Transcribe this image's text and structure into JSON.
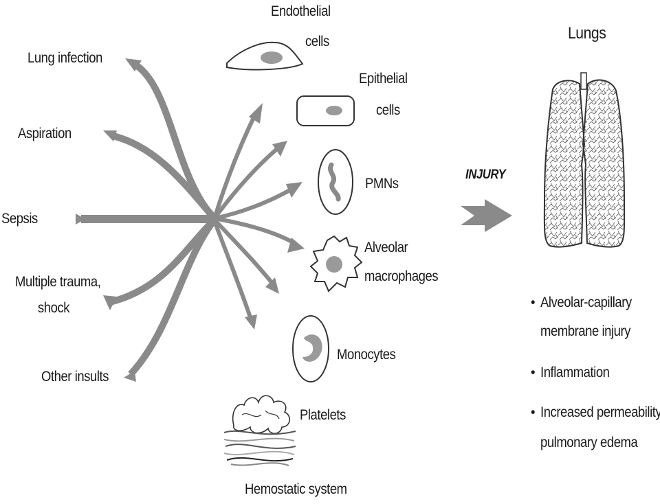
{
  "causes": [
    "Lung infection",
    "Aspiration",
    "Sepsis",
    "Multiple trauma,",
    "shock",
    "Other insults"
  ],
  "cells": {
    "endothelial": [
      "Endothelial",
      "cells"
    ],
    "epithelial": [
      "Epithelial",
      "cells"
    ],
    "pmns": "PMNs",
    "macrophages": [
      "Alveolar",
      "macrophages"
    ],
    "monocytes": "Monocytes",
    "platelets": "Platelets",
    "hemostatic": "Hemostatic system"
  },
  "injury_label": "INJURY",
  "lungs_title": "Lungs",
  "outcomes": [
    {
      "lines": [
        "Alveolar-capillary",
        "membrane injury"
      ]
    },
    {
      "lines": [
        "Inflammation"
      ]
    },
    {
      "lines": [
        "Increased permeability",
        "pulmonary edema"
      ]
    }
  ],
  "bullet": "•",
  "colors": {
    "arrow": "#888888",
    "cell_outline": "#333333",
    "nucleus": "#9a9a9a",
    "text": "#1a1a1a"
  }
}
